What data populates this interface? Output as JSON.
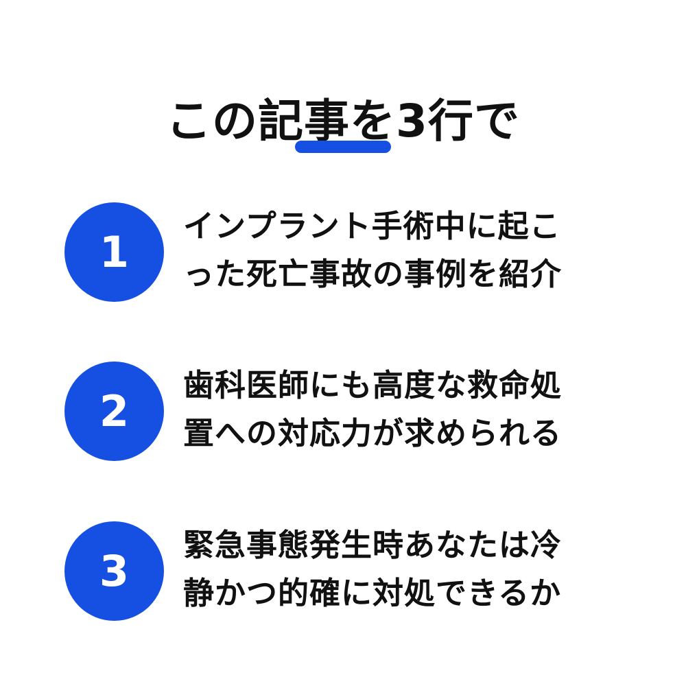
{
  "title": "この記事を3行で",
  "accent_color": "#1550e3",
  "items": [
    {
      "number": "1",
      "lines": [
        "インプラント手術中に起こ",
        "った死亡事故の事例を紹介"
      ]
    },
    {
      "number": "2",
      "lines": [
        "歯科医師にも高度な救命処",
        "置への対応力が求められる"
      ]
    },
    {
      "number": "3",
      "lines": [
        "緊急事態発生時あなたは冷",
        "静かつ的確に対処できるか"
      ]
    }
  ]
}
